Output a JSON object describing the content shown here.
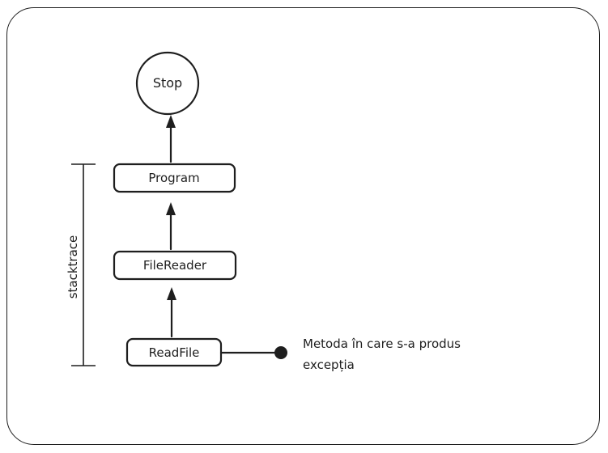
{
  "nodes": {
    "stop": "Stop",
    "program": "Program",
    "file_reader": "FileReader",
    "read_file": "ReadFile"
  },
  "side_label": "stacktrace",
  "annotation": {
    "line1": "Metoda în care s-a produs",
    "line2": "excepția"
  }
}
